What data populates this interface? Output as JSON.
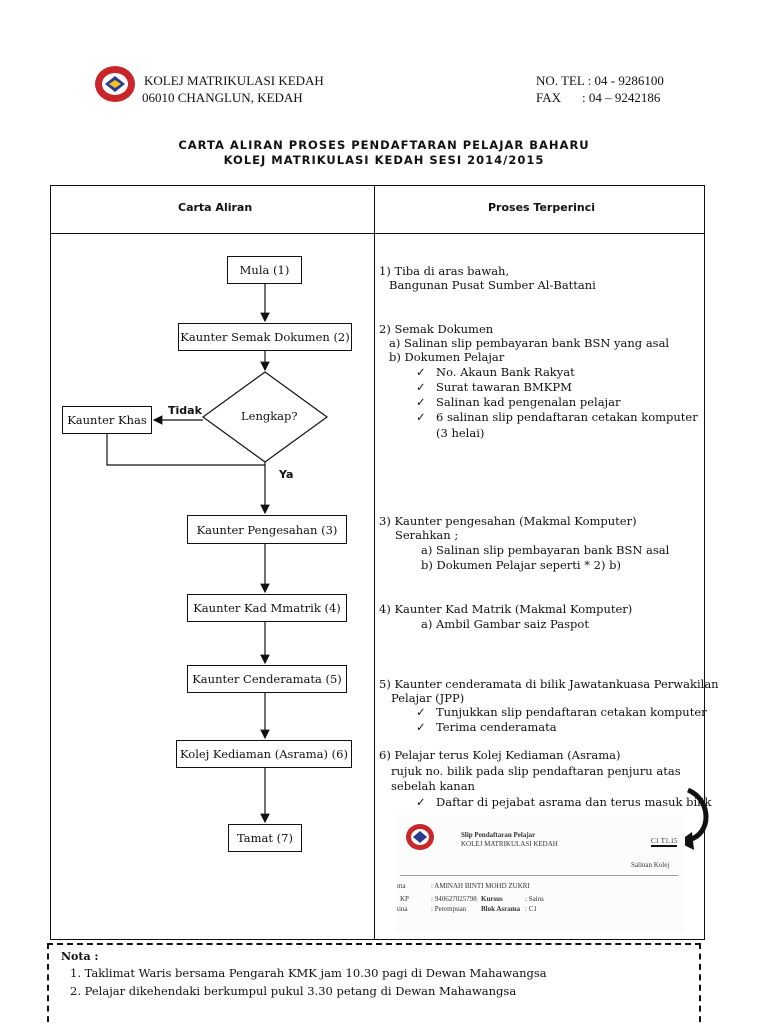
{
  "header": {
    "org_name": "KOLEJ MATRIKULASI KEDAH",
    "address": "06010 CHANGLUN, KEDAH",
    "tel": "NO. TEL : 04 - 9286100",
    "fax_label": "FAX",
    "fax": ": 04 – 9242186"
  },
  "title": {
    "line1": "CARTA ALIRAN PROSES PENDAFTARAN PELAJAR BAHARU",
    "line2": "KOLEJ MATRIKULASI KEDAH SESI 2014/2015"
  },
  "table": {
    "col1": "Carta Aliran",
    "col2": "Proses Terperinci"
  },
  "flow": {
    "mula": "Mula (1)",
    "semak": "Kaunter Semak Dokumen (2)",
    "lengkap": "Lengkap?",
    "khas": "Kaunter Khas",
    "tidak": "Tidak",
    "ya": "Ya",
    "pengesahan": "Kaunter Pengesahan (3)",
    "kad": "Kaunter Kad Mmatrik (4)",
    "cenderamata": "Kaunter Cenderamata (5)",
    "kediaman": "Kolej Kediaman (Asrama) (6)",
    "tamat": "Tamat (7)"
  },
  "details": [
    "1) Tiba di aras bawah,",
    "Bangunan Pusat Sumber Al-Battani",
    "2) Semak Dokumen",
    "a) Salinan slip pembayaran bank BSN yang asal",
    "b) Dokumen Pelajar",
    "No. Akaun Bank Rakyat",
    "Surat tawaran BMKPM",
    "Salinan kad pengenalan pelajar",
    "6 salinan slip pendaftaran cetakan komputer",
    "(3 helai)",
    "3) Kaunter pengesahan (Makmal Komputer)",
    "Serahkan ;",
    "a) Salinan slip pembayaran bank BSN asal",
    "b) Dokumen Pelajar seperti * 2) b)",
    "4) Kaunter Kad Matrik (Makmal Komputer)",
    "a) Ambil Gambar saiz Paspot",
    "5) Kaunter cenderamata di bilik Jawatankuasa  Perwakilan",
    "Pelajar (JPP)",
    "Tunjukkan slip pendaftaran cetakan komputer",
    "Terima cenderamata",
    "6) Pelajar terus Kolej Kediaman (Asrama)",
    "rujuk no. bilik pada slip pendaftaran penjuru atas",
    "sebelah kanan",
    "Daftar di pejabat asrama dan terus masuk bilik"
  ],
  "check_mark": "✓",
  "slip": {
    "title": "Slip Pendaftaran Pelajar",
    "org": "KOLEJ MATRIKULASI KEDAH",
    "room": "C1 T1.15",
    "copy": "Salinan Kolej",
    "name_label": "ma",
    "name": ": AMINAH BINTI MOHD ZUKRI",
    "kp_label": "KP",
    "kp": ": 940627025798",
    "kursus_label": "Kursus",
    "kursus": ": Sains",
    "jantina_label": "tina",
    "jantina": ": Perempuan",
    "blok_label": "Blok Asrama",
    "blok": ": C1"
  },
  "nota": {
    "label": "Nota :",
    "items": [
      "1. Taklimat Waris bersama Pengarah KMK jam 10.30 pagi di Dewan Mahawangsa",
      "2. Pelajar dikehendaki berkumpul pukul 3.30 petang di Dewan Mahawangsa"
    ]
  }
}
